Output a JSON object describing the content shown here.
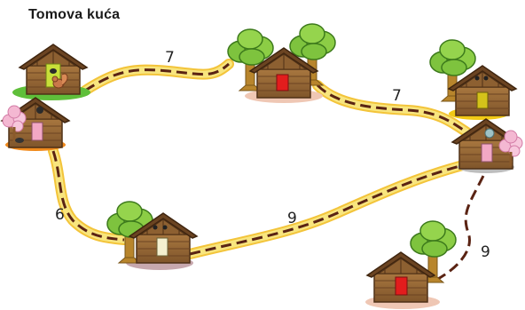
{
  "map": {
    "title": "Tomova kuća",
    "distances": [
      "7",
      "7",
      "6",
      "9",
      "9"
    ]
  },
  "colors": {
    "road_fill": "#f6e27a",
    "road_edge": "#f3c43a",
    "road_dash": "#5a2313",
    "wood": "#9a6a3c",
    "roof": "#6b4422",
    "tree": "#7ec33e",
    "trunk": "#b8852c"
  },
  "icons": [
    "house-icon",
    "tree-icon",
    "cherry-blossom-icon",
    "squirrel-icon",
    "stone-pot-icon"
  ]
}
